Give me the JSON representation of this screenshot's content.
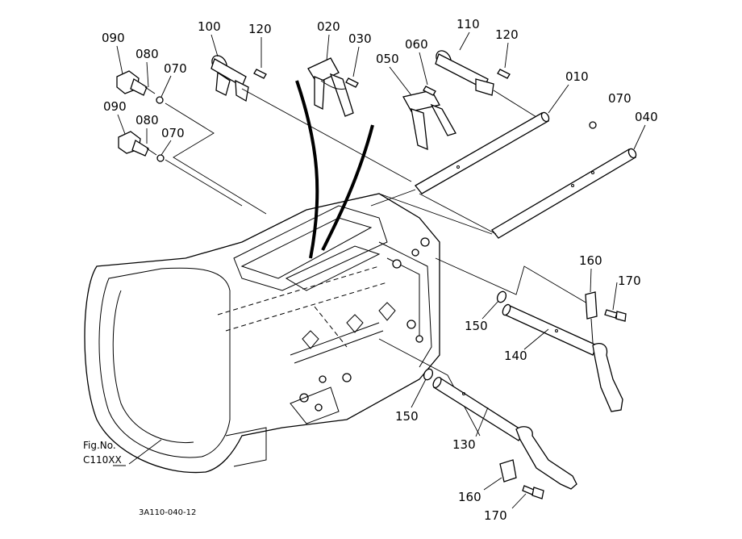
{
  "diagram": {
    "callouts": [
      {
        "id": "c090a",
        "text": "090"
      },
      {
        "id": "c080a",
        "text": "080"
      },
      {
        "id": "c070a",
        "text": "070"
      },
      {
        "id": "c090b",
        "text": "090"
      },
      {
        "id": "c080b",
        "text": "080"
      },
      {
        "id": "c070b",
        "text": "070"
      },
      {
        "id": "c100",
        "text": "100"
      },
      {
        "id": "c120a",
        "text": "120"
      },
      {
        "id": "c020",
        "text": "020"
      },
      {
        "id": "c030",
        "text": "030"
      },
      {
        "id": "c050",
        "text": "050"
      },
      {
        "id": "c060",
        "text": "060"
      },
      {
        "id": "c110",
        "text": "110"
      },
      {
        "id": "c120b",
        "text": "120"
      },
      {
        "id": "c010",
        "text": "010"
      },
      {
        "id": "c070c",
        "text": "070"
      },
      {
        "id": "c040",
        "text": "040"
      },
      {
        "id": "c160a",
        "text": "160"
      },
      {
        "id": "c170a",
        "text": "170"
      },
      {
        "id": "c150a",
        "text": "150"
      },
      {
        "id": "c140",
        "text": "140"
      },
      {
        "id": "c150b",
        "text": "150"
      },
      {
        "id": "c130",
        "text": "130"
      },
      {
        "id": "c160b",
        "text": "160"
      },
      {
        "id": "c170b",
        "text": "170"
      }
    ],
    "fig_label": "Fig.No.",
    "fig_number": "C110XX",
    "drawing_code": "3A110-040-12"
  }
}
